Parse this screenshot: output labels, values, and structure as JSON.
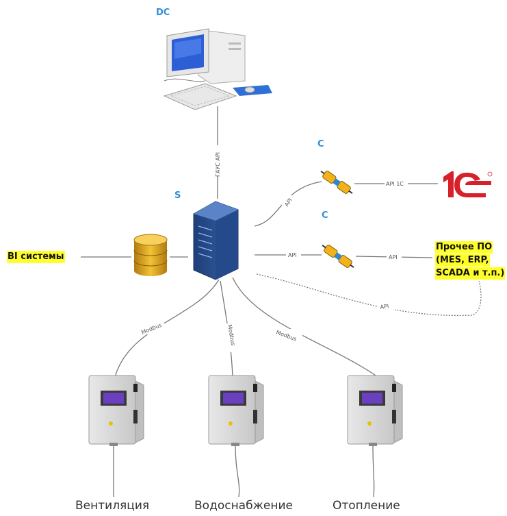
{
  "nodes": {
    "dc_label": "DC",
    "server_label": "S",
    "connector1_label": "C",
    "connector2_label": "C",
    "bi_label": "BI системы",
    "other_sw": {
      "line1": "Прочее ПО",
      "line2": "(MES, ERP,",
      "line3": "SCADA и т.п.)"
    },
    "logo_1c": "1С",
    "panels": [
      "Вентиляция",
      "Водоснабжение",
      "Отопление"
    ]
  },
  "edges": {
    "dc_server": "ГАУС API",
    "server_conn1": "API",
    "conn1_1c": "API 1C",
    "server_conn2": "API",
    "conn2_other": "API",
    "server_other_direct": "API",
    "modbus_left": "Modbus",
    "modbus_center": "Modbus",
    "modbus_right": "Modbus"
  },
  "colors": {
    "node_label": "#2f8fd8",
    "highlight": "#ffff2a",
    "server_blue": "#2b4f8f",
    "db_gold": "#e8b020",
    "logo_red": "#d6202a",
    "line": "#777777"
  }
}
